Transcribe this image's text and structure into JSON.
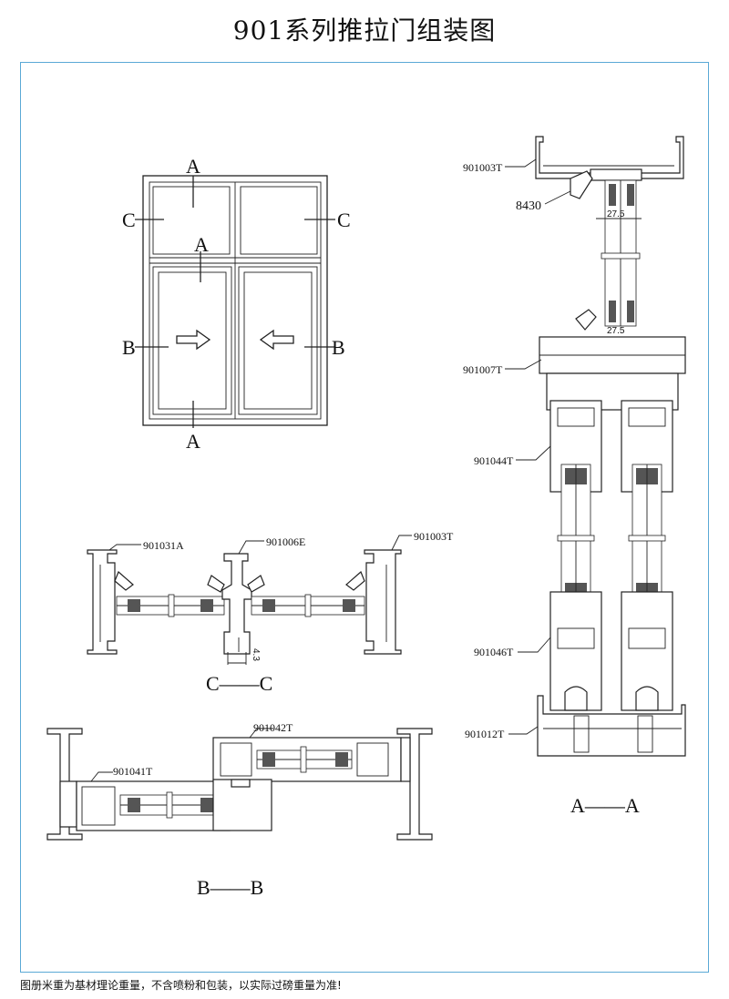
{
  "title": "901系列推拉门组装图",
  "footer_note": "图册米重为基材理论重量，不含喷粉和包装，以实际过磅重量为准!",
  "elevation": {
    "markers": [
      "A",
      "A",
      "A",
      "C",
      "C",
      "B",
      "B"
    ]
  },
  "section_cc": {
    "label": "C——C",
    "parts": [
      "901031A",
      "901006E",
      "901003T"
    ],
    "dimension": "4.3"
  },
  "section_bb": {
    "label": "B——B",
    "parts": [
      "901042T",
      "901041T"
    ]
  },
  "section_aa": {
    "label": "A——A",
    "parts": [
      "901003T",
      "8430",
      "901007T",
      "901044T",
      "901046T",
      "901012T"
    ],
    "dimensions": [
      "27.5",
      "27.5"
    ]
  }
}
